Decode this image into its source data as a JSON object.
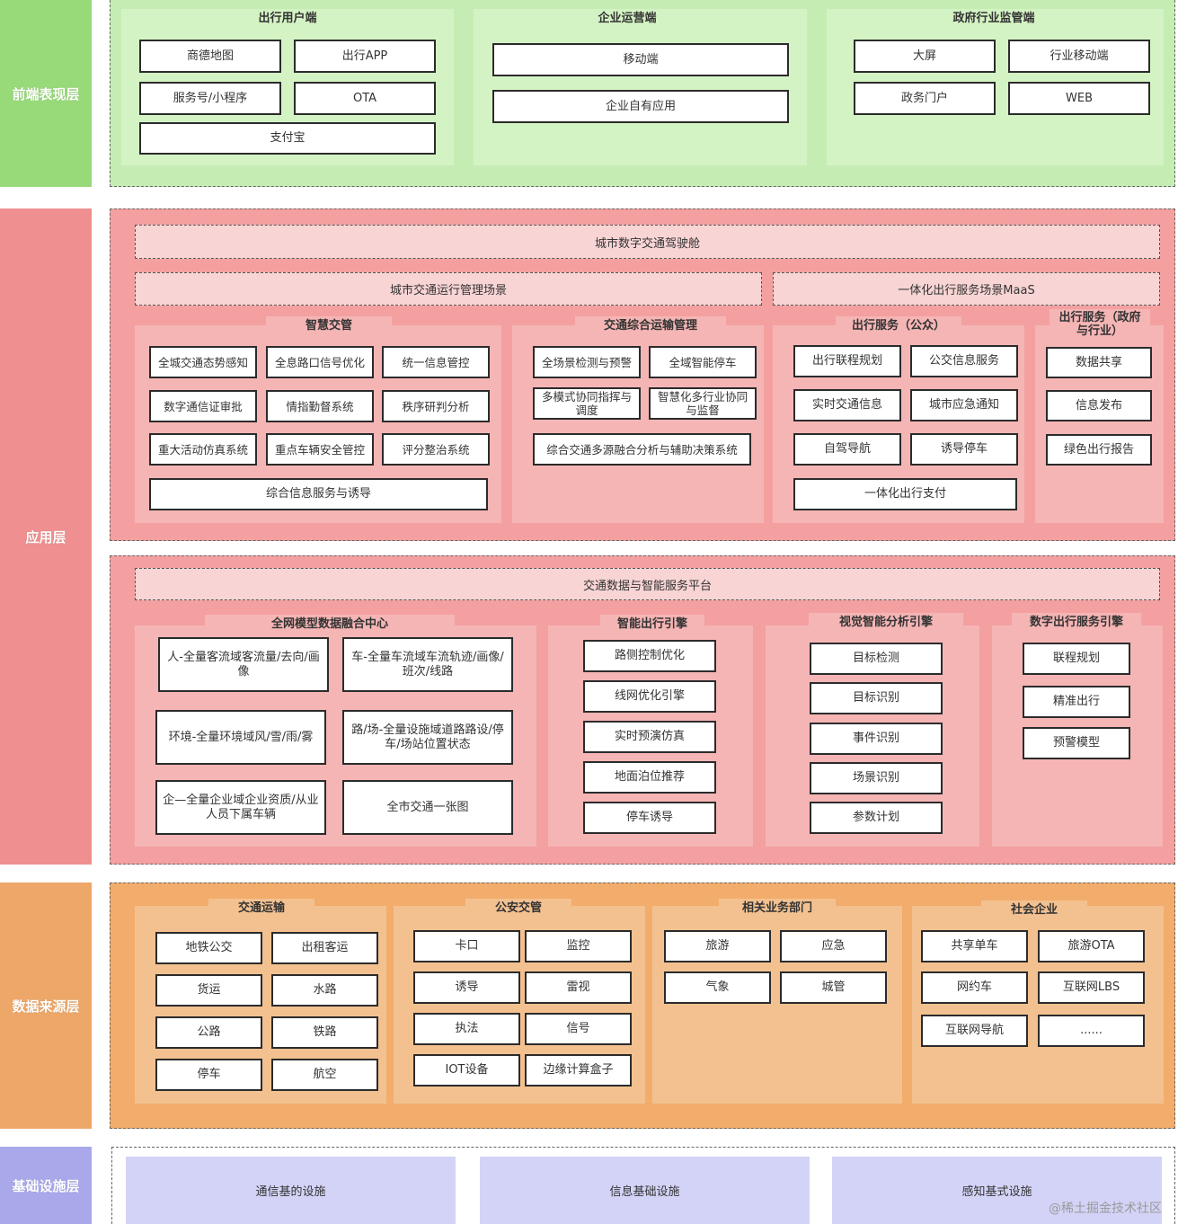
{
  "colors": {
    "front_layer": "#98d97a",
    "front_bg": "#c5edb3",
    "front_panel": "#d4f3c4",
    "app_layer": "#ef8f8f",
    "app_bg": "#f4a0a0",
    "app_panel": "#f5b5b5",
    "data_layer": "#eda768",
    "data_bg": "#f2ac6c",
    "data_panel": "#f3c190",
    "infra_layer": "#a8a8ea",
    "infra_panel": "#d3d3f7"
  },
  "layers": {
    "front": "前端表现层",
    "app": "应用层",
    "data": "数据来源层",
    "infra": "基础设施层"
  },
  "front": {
    "user": {
      "title": "出行用户端",
      "items": [
        "商德地图",
        "出行APP",
        "服务号/小程序",
        "OTA",
        "支付宝"
      ]
    },
    "enterprise": {
      "title": "企业运营端",
      "items": [
        "移动端",
        "企业自有应用"
      ]
    },
    "gov": {
      "title": "政府行业监管端",
      "items": [
        "大屏",
        "行业移动端",
        "政务门户",
        "WEB"
      ]
    }
  },
  "app": {
    "cockpit": "城市数字交通驾驶舱",
    "scene_mgmt": "城市交通运行管理场景",
    "scene_maas": "一体化出行服务场景MaaS",
    "smart_police": {
      "title": "智慧交管",
      "items": [
        "全城交通态势感知",
        "全息路口信号优化",
        "统一信息管控",
        "数字通信证审批",
        "情指勤督系统",
        "秩序研判分析",
        "重大活动仿真系统",
        "重点车辆安全管控",
        "评分整治系统",
        "综合信息服务与诱导"
      ]
    },
    "transport_mgmt": {
      "title": "交通综合运输管理",
      "items": [
        "全场景检测与预警",
        "全域智能停车",
        "多模式协同指挥与调度",
        "智慧化多行业协同与监督",
        "综合交通多源融合分析与辅助决策系统"
      ]
    },
    "travel_public": {
      "title": "出行服务（公众）",
      "items": [
        "出行联程规划",
        "公交信息服务",
        "实时交通信息",
        "城市应急通知",
        "自驾导航",
        "诱导停车",
        "一体化出行支付"
      ]
    },
    "travel_gov": {
      "title": "出行服务（政府与行业）",
      "items": [
        "数据共享",
        "信息发布",
        "绿色出行报告"
      ]
    },
    "platform": "交通数据与智能服务平台",
    "fusion": {
      "title": "全网模型数据融合中心",
      "items": [
        "人-全量客流域客流量/去向/画像",
        "车-全量车流域车流轨迹/画像/班次/线路",
        "环境-全量环境域风/雪/雨/雾",
        "路/场-全量设施域道路路设/停车/场站位置状态",
        "企—全量企业域企业资质/从业人员下属车辆",
        "全市交通一张图"
      ]
    },
    "smart_travel": {
      "title": "智能出行引擎",
      "items": [
        "路侧控制优化",
        "线网优化引擎",
        "实时预演仿真",
        "地面泊位推荐",
        "停车诱导"
      ]
    },
    "vision": {
      "title": "视觉智能分析引擎",
      "items": [
        "目标检测",
        "目标识别",
        "事件识别",
        "场景识别",
        "参数计划"
      ]
    },
    "digital_travel": {
      "title": "数字出行服务引擎",
      "items": [
        "联程规划",
        "精准出行",
        "预警模型"
      ]
    }
  },
  "data_layer": {
    "transport": {
      "title": "交通运输",
      "items": [
        "地铁公交",
        "出租客运",
        "货运",
        "水路",
        "公路",
        "铁路",
        "停车",
        "航空"
      ]
    },
    "police": {
      "title": "公安交管",
      "items": [
        "卡口",
        "监控",
        "诱导",
        "雷视",
        "执法",
        "信号",
        "IOT设备",
        "边缘计算盒子"
      ]
    },
    "dept": {
      "title": "相关业务部门",
      "items": [
        "旅游",
        "应急",
        "气象",
        "城管"
      ]
    },
    "social": {
      "title": "社会企业",
      "items": [
        "共享单车",
        "旅游OTA",
        "网约车",
        "互联网LBS",
        "互联网导航",
        "......"
      ]
    }
  },
  "infra": {
    "items": [
      "通信基的设施",
      "信息基础设施",
      "感知基式设施"
    ]
  },
  "watermark": "@稀土掘金技术社区"
}
